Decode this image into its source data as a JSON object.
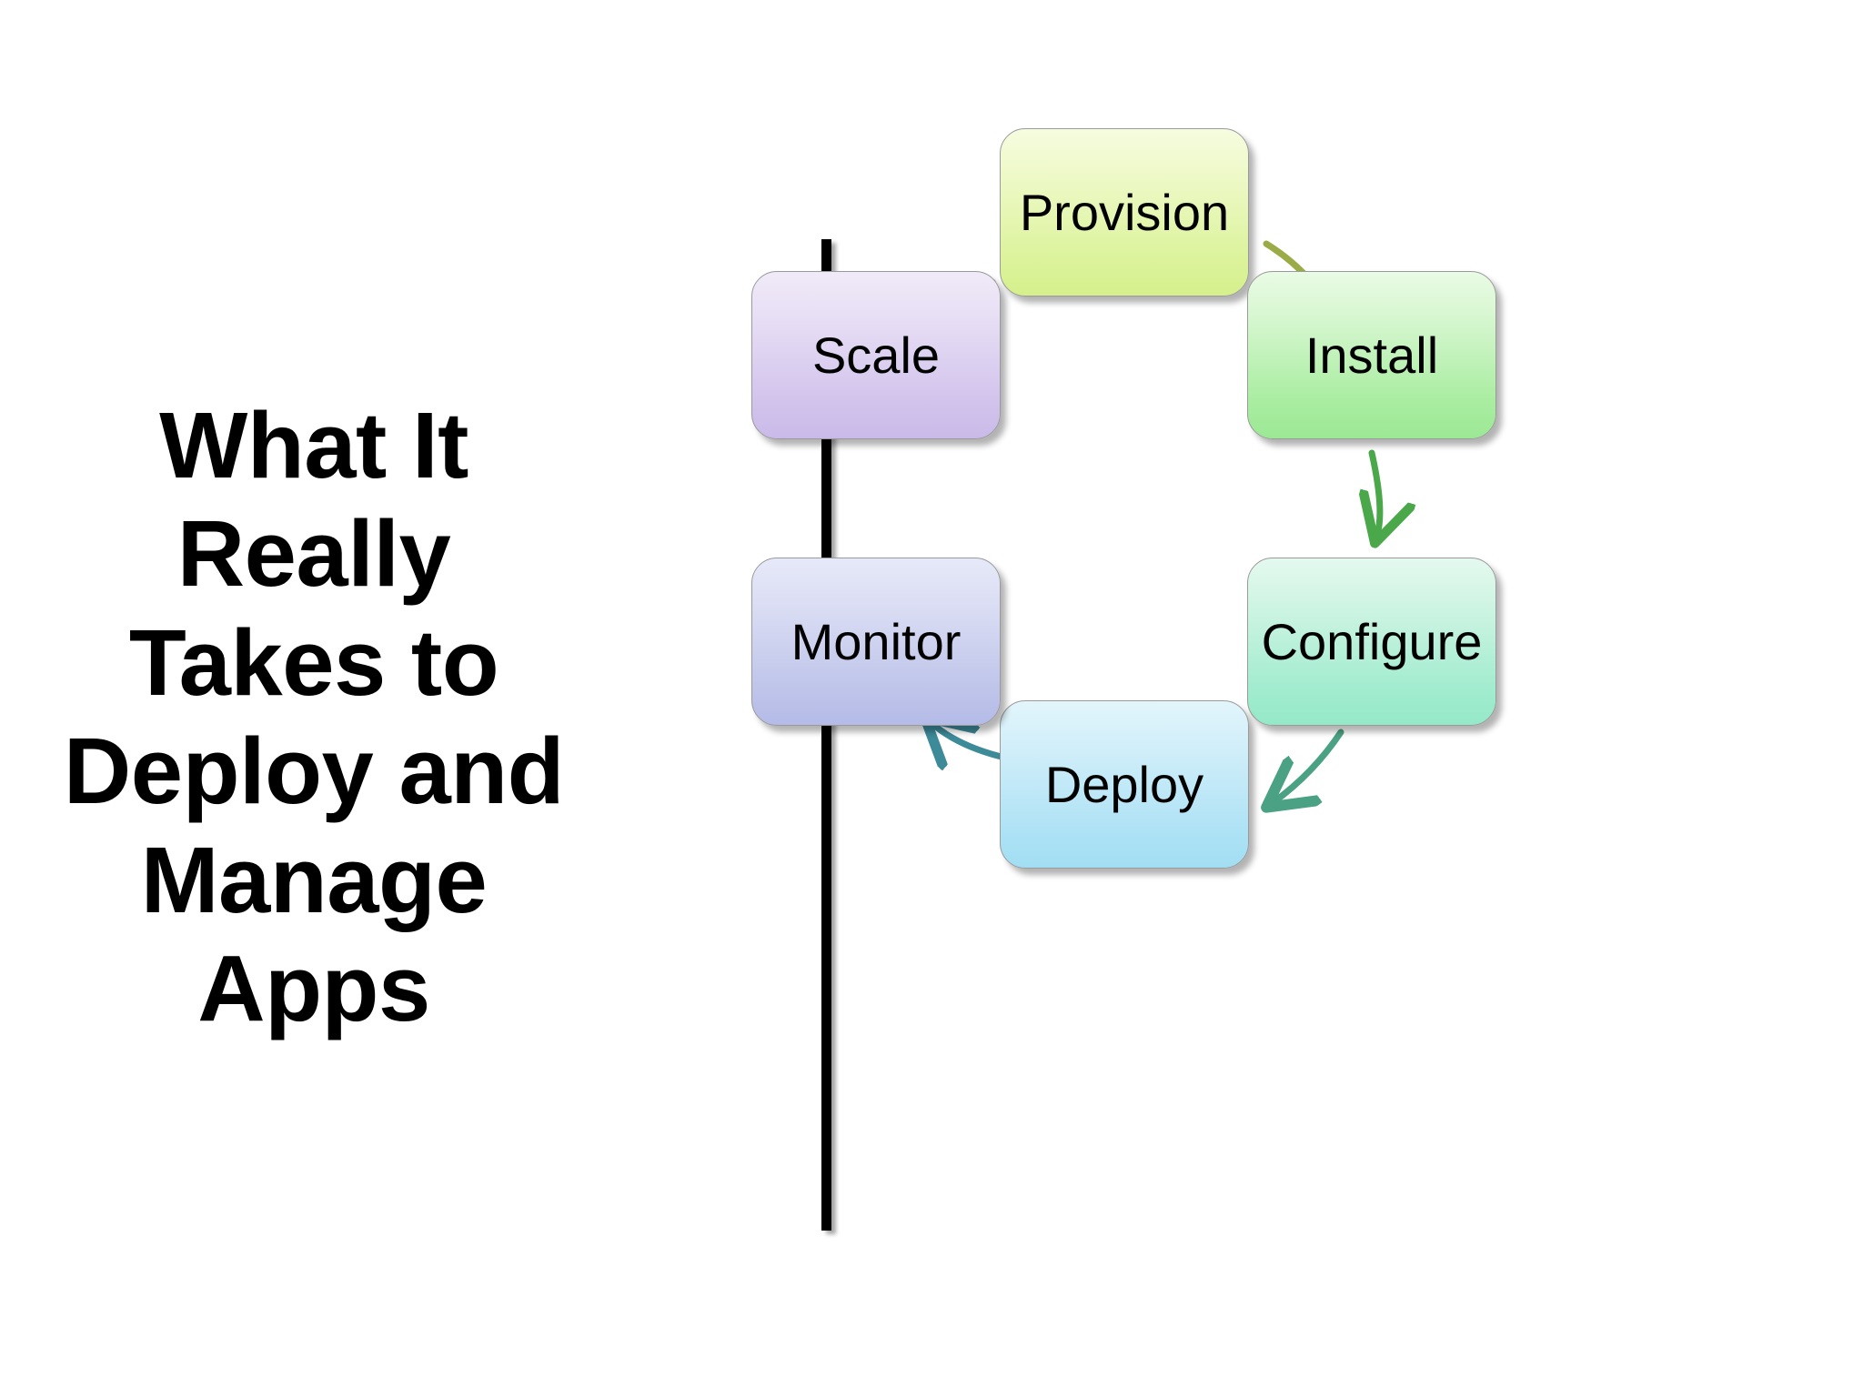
{
  "slide": {
    "background_color": "#ffffff",
    "title": "What It Really Takes to\nDeploy and\nManage Apps",
    "divider_color": "#000000"
  },
  "chart_data": {
    "type": "diagram",
    "subtype": "cycle",
    "title": "What It Really Takes to Deploy and Manage Apps",
    "nodes": [
      {
        "id": "provision",
        "label": "Provision",
        "color": "#dcf39c",
        "position": "top"
      },
      {
        "id": "install",
        "label": "Install",
        "color": "#a9eda1",
        "position": "top-right"
      },
      {
        "id": "configure",
        "label": "Configure",
        "color": "#a2ecd0",
        "position": "bottom-right"
      },
      {
        "id": "deploy",
        "label": "Deploy",
        "color": "#aee2f5",
        "position": "bottom"
      },
      {
        "id": "monitor",
        "label": "Monitor",
        "color": "#bfc5ea",
        "position": "bottom-left"
      },
      {
        "id": "scale",
        "label": "Scale",
        "color": "#d2c3ec",
        "position": "top-left"
      }
    ],
    "edges": [
      {
        "from": "provision",
        "to": "install",
        "color": "#9aab47"
      },
      {
        "from": "install",
        "to": "configure",
        "color": "#4aa84a"
      },
      {
        "from": "configure",
        "to": "deploy",
        "color": "#4ba183"
      },
      {
        "from": "deploy",
        "to": "monitor",
        "color": "#3d8a99"
      },
      {
        "from": "monitor",
        "to": "scale",
        "color": "#4a5aa0"
      },
      {
        "from": "scale",
        "to": "provision",
        "color": "#6b5a9e"
      }
    ]
  }
}
